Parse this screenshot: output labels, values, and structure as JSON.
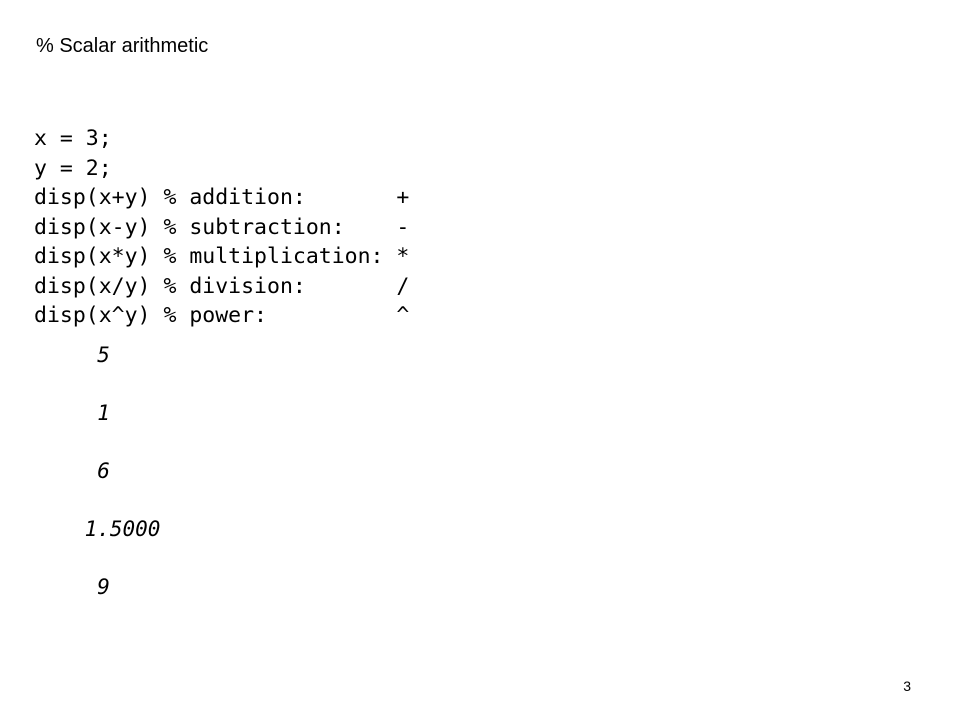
{
  "slide": {
    "title": "% Scalar arithmetic",
    "code_lines": [
      "x = 3;",
      "y = 2;",
      "disp(x+y) % addition:       +",
      "disp(x-y) % subtraction:    -",
      "disp(x*y) % multiplication: *",
      "disp(x/y) % division:       /",
      "disp(x^y) % power:          ^"
    ],
    "output_lines": [
      "     5",
      "",
      "     1",
      "",
      "     6",
      "",
      "    1.5000",
      "",
      "     9"
    ],
    "page_number": "3"
  }
}
